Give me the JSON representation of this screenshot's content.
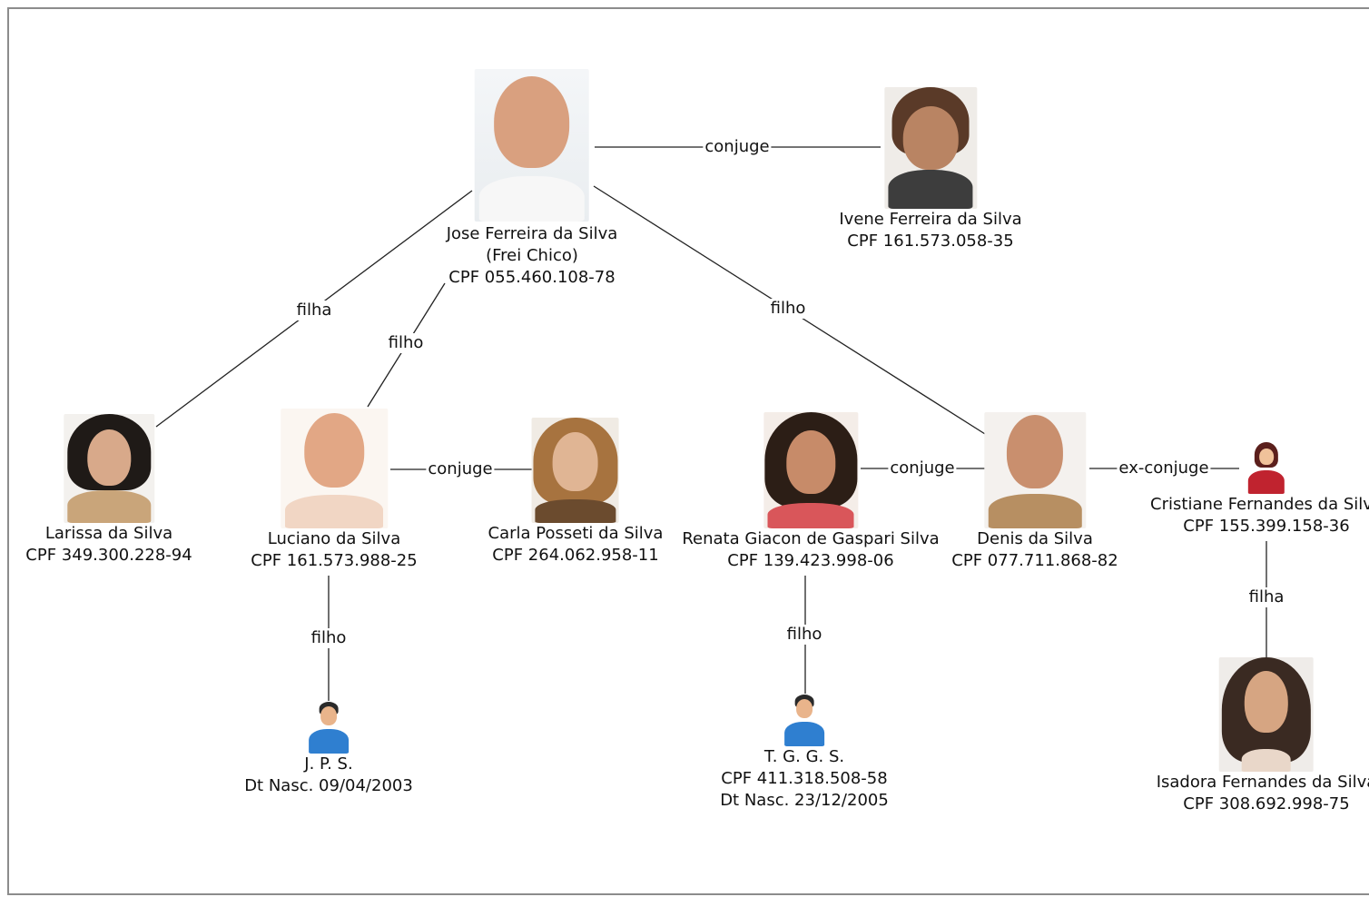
{
  "nodes": {
    "jose": {
      "name": "Jose Ferreira da Silva",
      "alias": "(Frei Chico)",
      "cpf": "CPF 055.460.108-78"
    },
    "ivene": {
      "name": "Ivene Ferreira da Silva",
      "cpf": "CPF 161.573.058-35"
    },
    "larissa": {
      "name": "Larissa da Silva",
      "cpf": "CPF 349.300.228-94"
    },
    "luciano": {
      "name": "Luciano da Silva",
      "cpf": "CPF 161.573.988-25"
    },
    "carla": {
      "name": "Carla Posseti da Silva",
      "cpf": "CPF 264.062.958-11"
    },
    "renata": {
      "name": "Renata Giacon de Gaspari Silva",
      "cpf": "CPF 139.423.998-06"
    },
    "denis": {
      "name": "Denis da Silva",
      "cpf": "CPF 077.711.868-82"
    },
    "cristiane": {
      "name": "Cristiane Fernandes da Silva",
      "cpf": "CPF 155.399.158-36"
    },
    "jps": {
      "name": "J. P. S.",
      "dob": "Dt Nasc. 09/04/2003"
    },
    "tggs": {
      "name": "T. G. G. S.",
      "cpf": "CPF 411.318.508-58",
      "dob": "Dt Nasc. 23/12/2005"
    },
    "isadora": {
      "name": "Isadora Fernandes da Silva",
      "cpf": "CPF 308.692.998-75"
    }
  },
  "edges": {
    "jose_ivene": "conjuge",
    "jose_larissa": "filha",
    "jose_luciano": "filho",
    "jose_denis": "filho",
    "luciano_carla": "conjuge",
    "renata_denis": "conjuge",
    "denis_cristiane": "ex-conjuge",
    "luciano_jps": "filho",
    "renata_tggs": "filho",
    "cristiane_isadora": "filha"
  },
  "colors": {
    "frame": "#8c8c8c",
    "edge": "#222222",
    "male_icon": "#2f7fd0",
    "female_icon": "#c0232f"
  },
  "icons": {
    "male_placeholder": "user-male-icon",
    "female_placeholder": "user-female-icon"
  }
}
